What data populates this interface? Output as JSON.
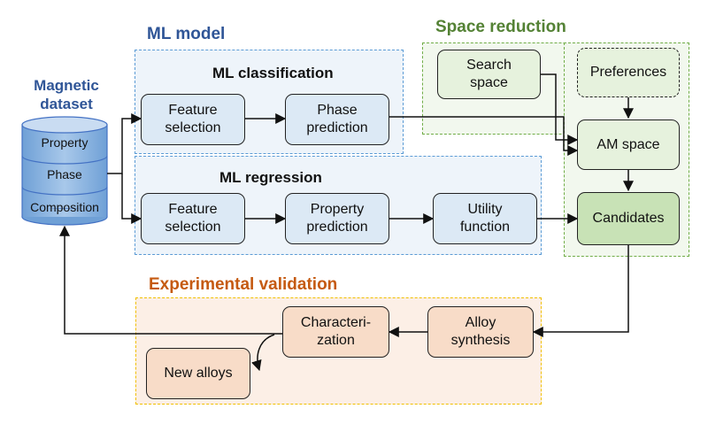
{
  "titles": {
    "ml_model": "ML model",
    "space_reduction": "Space reduction",
    "ml_classification": "ML classification",
    "ml_regression": "ML regression",
    "experimental_validation": "Experimental validation",
    "magnetic_dataset": "Magnetic\ndataset"
  },
  "database": {
    "layers": [
      "Property",
      "Phase",
      "Composition"
    ]
  },
  "nodes": {
    "feature_selection_cls": "Feature\nselection",
    "phase_prediction": "Phase\nprediction",
    "feature_selection_reg": "Feature\nselection",
    "property_prediction": "Property\nprediction",
    "utility_function": "Utility\nfunction",
    "search_space": "Search\nspace",
    "preferences": "Preferences",
    "am_space": "AM space",
    "candidates": "Candidates",
    "alloy_synthesis": "Alloy\nsynthesis",
    "characterization": "Characteri-\nzation",
    "new_alloys": "New alloys"
  },
  "colors": {
    "ml_title": "#2f5597",
    "space_title": "#548235",
    "exp_title": "#c55a11",
    "dataset_title": "#2f5597"
  }
}
